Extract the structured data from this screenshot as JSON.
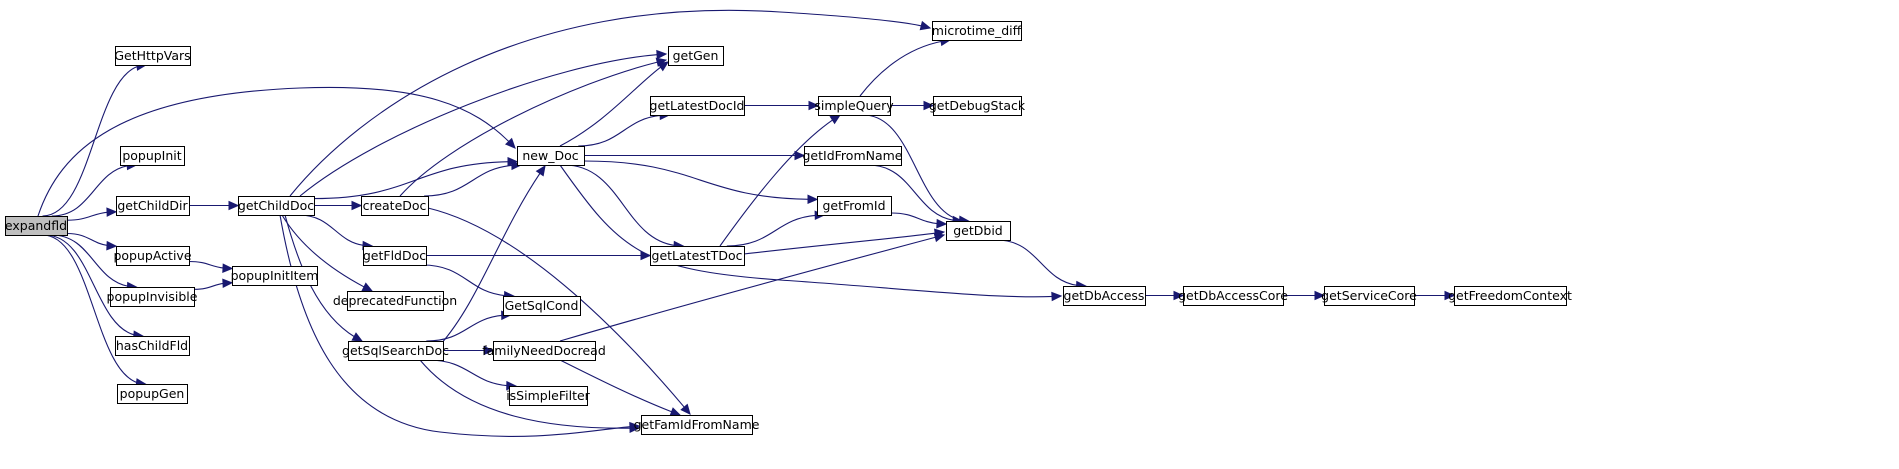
{
  "diagram": {
    "root": "expandfld",
    "nodes": [
      {
        "id": "expandfld",
        "label": "expandfld"
      },
      {
        "id": "GetHttpVars",
        "label": "GetHttpVars"
      },
      {
        "id": "popupInit",
        "label": "popupInit"
      },
      {
        "id": "getChildDir",
        "label": "getChildDir"
      },
      {
        "id": "popupActive",
        "label": "popupActive"
      },
      {
        "id": "popupInvisible",
        "label": "popupInvisible"
      },
      {
        "id": "hasChildFld",
        "label": "hasChildFld"
      },
      {
        "id": "popupGen",
        "label": "popupGen"
      },
      {
        "id": "getChildDoc",
        "label": "getChildDoc"
      },
      {
        "id": "popupInitItem",
        "label": "popupInitItem"
      },
      {
        "id": "createDoc",
        "label": "createDoc"
      },
      {
        "id": "getFldDoc",
        "label": "getFldDoc"
      },
      {
        "id": "deprecatedFunction",
        "label": "deprecatedFunction"
      },
      {
        "id": "getSqlSearchDoc",
        "label": "getSqlSearchDoc"
      },
      {
        "id": "new_Doc",
        "label": "new_Doc"
      },
      {
        "id": "GetSqlCond",
        "label": "GetSqlCond"
      },
      {
        "id": "familyNeedDocread",
        "label": "familyNeedDocread"
      },
      {
        "id": "isSimpleFilter",
        "label": "isSimpleFilter"
      },
      {
        "id": "getGen",
        "label": "getGen"
      },
      {
        "id": "getLatestDocId",
        "label": "getLatestDocId"
      },
      {
        "id": "getLatestTDoc",
        "label": "getLatestTDoc"
      },
      {
        "id": "getFamIdFromName",
        "label": "getFamIdFromName"
      },
      {
        "id": "microtime_diff",
        "label": "microtime_diff"
      },
      {
        "id": "simpleQuery",
        "label": "simpleQuery"
      },
      {
        "id": "getIdFromName",
        "label": "getIdFromName"
      },
      {
        "id": "getFromId",
        "label": "getFromId"
      },
      {
        "id": "getDebugStack",
        "label": "getDebugStack"
      },
      {
        "id": "getDbid",
        "label": "getDbid"
      },
      {
        "id": "getDbAccess",
        "label": "getDbAccess"
      },
      {
        "id": "getDbAccessCore",
        "label": "getDbAccessCore"
      },
      {
        "id": "getServiceCore",
        "label": "getServiceCore"
      },
      {
        "id": "getFreedomContext",
        "label": "getFreedomContext"
      }
    ],
    "edges": [
      {
        "from": "expandfld",
        "to": "GetHttpVars"
      },
      {
        "from": "expandfld",
        "to": "new_Doc"
      },
      {
        "from": "expandfld",
        "to": "popupInit"
      },
      {
        "from": "expandfld",
        "to": "getChildDir"
      },
      {
        "from": "expandfld",
        "to": "popupActive"
      },
      {
        "from": "expandfld",
        "to": "popupInvisible"
      },
      {
        "from": "expandfld",
        "to": "hasChildFld"
      },
      {
        "from": "expandfld",
        "to": "popupGen"
      },
      {
        "from": "getChildDir",
        "to": "getChildDoc"
      },
      {
        "from": "popupActive",
        "to": "popupInitItem"
      },
      {
        "from": "popupInvisible",
        "to": "popupInitItem"
      },
      {
        "from": "getChildDoc",
        "to": "microtime_diff"
      },
      {
        "from": "getChildDoc",
        "to": "getGen"
      },
      {
        "from": "getChildDoc",
        "to": "new_Doc"
      },
      {
        "from": "getChildDoc",
        "to": "createDoc"
      },
      {
        "from": "getChildDoc",
        "to": "getFldDoc"
      },
      {
        "from": "getChildDoc",
        "to": "deprecatedFunction"
      },
      {
        "from": "getChildDoc",
        "to": "getSqlSearchDoc"
      },
      {
        "from": "getChildDoc",
        "to": "getFamIdFromName"
      },
      {
        "from": "createDoc",
        "to": "getGen"
      },
      {
        "from": "createDoc",
        "to": "new_Doc"
      },
      {
        "from": "createDoc",
        "to": "getFamIdFromName"
      },
      {
        "from": "getFldDoc",
        "to": "getLatestTDoc"
      },
      {
        "from": "getFldDoc",
        "to": "GetSqlCond"
      },
      {
        "from": "getSqlSearchDoc",
        "to": "new_Doc"
      },
      {
        "from": "getSqlSearchDoc",
        "to": "GetSqlCond"
      },
      {
        "from": "getSqlSearchDoc",
        "to": "familyNeedDocread"
      },
      {
        "from": "getSqlSearchDoc",
        "to": "isSimpleFilter"
      },
      {
        "from": "getSqlSearchDoc",
        "to": "getFamIdFromName"
      },
      {
        "from": "familyNeedDocread",
        "to": "getDbid"
      },
      {
        "from": "familyNeedDocread",
        "to": "getFamIdFromName"
      },
      {
        "from": "new_Doc",
        "to": "getGen"
      },
      {
        "from": "new_Doc",
        "to": "getLatestDocId"
      },
      {
        "from": "new_Doc",
        "to": "getIdFromName"
      },
      {
        "from": "new_Doc",
        "to": "getFromId"
      },
      {
        "from": "new_Doc",
        "to": "getLatestTDoc"
      },
      {
        "from": "new_Doc",
        "to": "getDbAccess"
      },
      {
        "from": "getLatestDocId",
        "to": "simpleQuery"
      },
      {
        "from": "getLatestTDoc",
        "to": "simpleQuery"
      },
      {
        "from": "getLatestTDoc",
        "to": "getFromId"
      },
      {
        "from": "getLatestTDoc",
        "to": "getDbid"
      },
      {
        "from": "simpleQuery",
        "to": "microtime_diff"
      },
      {
        "from": "simpleQuery",
        "to": "getDebugStack"
      },
      {
        "from": "simpleQuery",
        "to": "getDbid"
      },
      {
        "from": "getIdFromName",
        "to": "getDbid"
      },
      {
        "from": "getFromId",
        "to": "getDbid"
      },
      {
        "from": "getDbid",
        "to": "getDbAccess"
      },
      {
        "from": "getDbAccess",
        "to": "getDbAccessCore"
      },
      {
        "from": "getDbAccessCore",
        "to": "getServiceCore"
      },
      {
        "from": "getServiceCore",
        "to": "getFreedomContext"
      }
    ],
    "colors": {
      "edge": "#191970",
      "node_border": "#000000",
      "node_fill": "#ffffff",
      "root_fill": "#bfbfbf"
    }
  }
}
